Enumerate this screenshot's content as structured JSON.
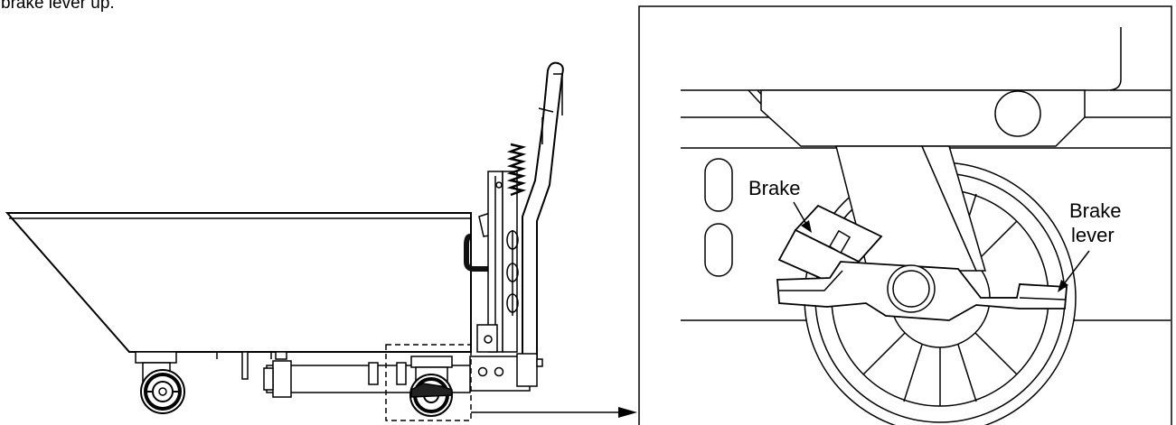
{
  "header_text": "brake lever up.",
  "labels": {
    "brake": "Brake",
    "brake_lever_line1": "Brake",
    "brake_lever_line2": "lever"
  }
}
